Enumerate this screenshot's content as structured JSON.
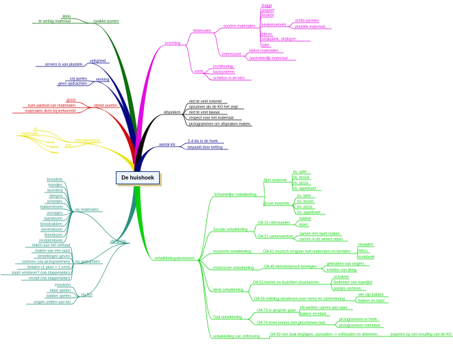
{
  "colors": {
    "magenta": "#e000e0",
    "green": "#00d000",
    "teal": "#1d8a78",
    "darkgreen": "#006600",
    "red": "#d00000",
    "yellow": "#e8e000",
    "navy": "#000080",
    "black": "#000000"
  },
  "center": "De huishoek",
  "nodes": [
    {
      "id": "zwakke",
      "label": "zwakke punten",
      "color": "darkgreen"
    },
    {
      "id": "zw1",
      "label": "klein",
      "color": "darkgreen"
    },
    {
      "id": "zw2",
      "label": "te weinig materiaal",
      "color": "darkgreen"
    },
    {
      "id": "veiligheid",
      "label": "veiligheid",
      "color": "navy"
    },
    {
      "id": "vh1",
      "label": "servies is van plastiek",
      "color": "navy"
    },
    {
      "id": "werking",
      "label": "werking",
      "color": "navy"
    },
    {
      "id": "wk1",
      "label": "vrij spelen",
      "color": "navy"
    },
    {
      "id": "wk2",
      "label": "geen opdrachten",
      "color": "navy"
    },
    {
      "id": "sterke",
      "label": "sterke punten",
      "color": "red"
    },
    {
      "id": "st1",
      "label": "groot",
      "color": "red"
    },
    {
      "id": "st2",
      "label": "ruim aanbod van materialen",
      "color": "red"
    },
    {
      "id": "st3",
      "label": "materialen dicht bij leefwereld",
      "color": "red"
    },
    {
      "id": "betrokkenheid",
      "label": "betrokkenheid",
      "color": "yellow"
    },
    {
      "id": "bt1",
      "label": "m...",
      "color": "yellow"
    },
    {
      "id": "bt2",
      "label": "nee",
      "color": "yellow"
    },
    {
      "id": "bt3",
      "label": "materiaal...",
      "color": "yellow"
    },
    {
      "id": "bt4",
      "label": "...",
      "color": "yellow"
    },
    {
      "id": "bt5",
      "label": "...",
      "color": "yellow"
    },
    {
      "id": "bt6",
      "label": "...",
      "color": "yellow"
    },
    {
      "id": "inrichting",
      "label": "inrichting",
      "color": "magenta"
    },
    {
      "id": "materialen",
      "label": "Materialen",
      "color": "magenta"
    },
    {
      "id": "soorten",
      "label": "soorten materialen",
      "color": "magenta"
    },
    {
      "id": "buggy",
      "label": "buggy",
      "color": "magenta"
    },
    {
      "id": "poppen",
      "label": "poppen",
      "color": "magenta"
    },
    {
      "id": "keuken",
      "label": "keuken",
      "color": "magenta"
    },
    {
      "id": "keukenservies",
      "label": "keukenservies",
      "color": "magenta"
    },
    {
      "id": "echte",
      "label": "echte pannen",
      "color": "magenta"
    },
    {
      "id": "plastiek",
      "label": "plastiek materiaal",
      "color": "magenta"
    },
    {
      "id": "kleren",
      "label": "kleren",
      "color": "magenta"
    },
    {
      "id": "strijk",
      "label": "strijkplank, strijkijzer",
      "color": "magenta"
    },
    {
      "id": "tafel",
      "label": "tafel",
      "color": "magenta"
    },
    {
      "id": "interessant",
      "label": "interessant",
      "color": "magenta"
    },
    {
      "id": "kleine",
      "label": "kleine materialen",
      "color": "magenta"
    },
    {
      "id": "aantrek",
      "label": "aantrekkelijk materiaal",
      "color": "magenta"
    },
    {
      "id": "vorm",
      "label": "vorm",
      "color": "magenta"
    },
    {
      "id": "rechthoekig",
      "label": "rechthoekig",
      "color": "magenta"
    },
    {
      "id": "kastsysteem",
      "label": "kastsysteem",
      "color": "magenta"
    },
    {
      "id": "schieten",
      "label": "schieten in de kies",
      "color": "magenta"
    },
    {
      "id": "afspraken",
      "label": "afspraken",
      "color": "black"
    },
    {
      "id": "af1",
      "label": "niet te veel rommel",
      "color": "black"
    },
    {
      "id": "af2",
      "label": "opruimen als de KO het zegt",
      "color": "black"
    },
    {
      "id": "af3",
      "label": "niet te veel lawaai",
      "color": "black"
    },
    {
      "id": "af4",
      "label": "respect voor het materiaal",
      "color": "black"
    },
    {
      "id": "af5",
      "label": "pictogrammen om afspraken maken",
      "color": "black"
    },
    {
      "id": "aantal",
      "label": "aantal kls",
      "color": "navy"
    },
    {
      "id": "an1",
      "label": "2-4 kls in de hoek",
      "color": "navy"
    },
    {
      "id": "an2",
      "label": "bepaald door ketting",
      "color": "navy"
    },
    {
      "id": "verrijking",
      "label": "verrijking",
      "color": "teal"
    },
    {
      "id": "viaMat",
      "label": "via materialen",
      "color": "teal"
    },
    {
      "id": "vm1",
      "label": "broodrek",
      "color": "teal"
    },
    {
      "id": "vm2",
      "label": "mandjes",
      "color": "teal"
    },
    {
      "id": "vm3",
      "label": "boerderij",
      "color": "teal"
    },
    {
      "id": "vm4",
      "label": "deegrol",
      "color": "teal"
    },
    {
      "id": "vm5",
      "label": "schortjes",
      "color": "teal"
    },
    {
      "id": "vm6",
      "label": "bakkershoed",
      "color": "teal"
    },
    {
      "id": "vm7",
      "label": "vormpjes",
      "color": "teal"
    },
    {
      "id": "vm8",
      "label": "taartdozen",
      "color": "teal"
    },
    {
      "id": "vm9",
      "label": "broodzakken",
      "color": "teal"
    },
    {
      "id": "vm10",
      "label": "eierendozen",
      "color": "teal"
    },
    {
      "id": "vm11",
      "label": "theedozen",
      "color": "teal"
    },
    {
      "id": "vm12",
      "label": "receptenboek",
      "color": "teal"
    },
    {
      "id": "viaOpd",
      "label": "via opdrachten",
      "color": "teal"
    },
    {
      "id": "vo1",
      "label": "linken aan het verhaal",
      "color": "teal"
    },
    {
      "id": "vo2",
      "label": "maken van een taart",
      "color": "teal"
    },
    {
      "id": "vo3",
      "label": "bestellingen geven",
      "color": "teal"
    },
    {
      "id": "vo4",
      "label": "sorteren (via pictogrammen)",
      "color": "teal"
    },
    {
      "id": "vo5",
      "label": "betalen (1 plooi = 1 cent)",
      "color": "teal"
    },
    {
      "id": "vo6",
      "label": "kaart verklaren? (via stappenplan)",
      "color": "teal"
    },
    {
      "id": "vo7",
      "label": "recept (via stappenplan)",
      "color": "teal"
    },
    {
      "id": "viaKo",
      "label": "via KO",
      "color": "teal"
    },
    {
      "id": "vk1",
      "label": "meedoen",
      "color": "teal"
    },
    {
      "id": "vk2",
      "label": "klant spelen",
      "color": "teal"
    },
    {
      "id": "vk3",
      "label": "bakker spelen",
      "color": "teal"
    },
    {
      "id": "vk4",
      "label": "vragen stellen aan kls",
      "color": "teal"
    },
    {
      "id": "ontw",
      "label": "ontwikkelingsdomeinen",
      "color": "green"
    },
    {
      "id": "lich",
      "label": "lichamelijke ontwikkeling",
      "color": "green"
    },
    {
      "id": "fijne",
      "label": "fijne motoriek",
      "color": "green"
    },
    {
      "id": "fm1",
      "label": "bv. tafel",
      "color": "green"
    },
    {
      "id": "fm2",
      "label": "bv. brood",
      "color": "green"
    },
    {
      "id": "fm3",
      "label": "bv. pizza",
      "color": "green"
    },
    {
      "id": "fm4",
      "label": "bv. appeltaart",
      "color": "green"
    },
    {
      "id": "grove",
      "label": "grove motoriek",
      "color": "green"
    },
    {
      "id": "gm1",
      "label": "bv. tafel",
      "color": "green"
    },
    {
      "id": "gm2",
      "label": "bv. brood",
      "color": "green"
    },
    {
      "id": "gm3",
      "label": "bv. pizza",
      "color": "green"
    },
    {
      "id": "gm4",
      "label": "bv. appeltaart",
      "color": "green"
    },
    {
      "id": "sociaal",
      "label": "Sociale ontwikkeling",
      "color": "green"
    },
    {
      "id": "oa15",
      "label": "OA 15 rollenspelen",
      "color": "green"
    },
    {
      "id": "o15a",
      "label": "bakker",
      "color": "green"
    },
    {
      "id": "o15b",
      "label": "klant",
      "color": "green"
    },
    {
      "id": "oa21",
      "label": "OA 21 samenwerken",
      "color": "green"
    },
    {
      "id": "o21a",
      "label": "samen een taart maken",
      "color": "green"
    },
    {
      "id": "o21b",
      "label": "samen in de winkel staan",
      "color": "green"
    },
    {
      "id": "muz",
      "label": "muzische ontwikkeling",
      "color": "green"
    },
    {
      "id": "oa41",
      "label": "OA 41 muzisch omgaan met materialen en beelden",
      "color": "green"
    },
    {
      "id": "m41a",
      "label": "recepten",
      "color": "green"
    },
    {
      "id": "m41b",
      "label": "foto's",
      "color": "green"
    },
    {
      "id": "m41c",
      "label": "kookboek",
      "color": "green"
    },
    {
      "id": "mot",
      "label": "motorische ontwikkeling",
      "color": "green"
    },
    {
      "id": "oa45",
      "label": "OA 45 kleinmotorisch bewegen",
      "color": "green"
    },
    {
      "id": "m45a",
      "label": "gebruiken van vingers",
      "color": "green"
    },
    {
      "id": "m45b",
      "label": "kneden van deeg",
      "color": "green"
    },
    {
      "id": "den",
      "label": "denk ontwikkeling",
      "color": "green"
    },
    {
      "id": "oa51",
      "label": "OA 51 kennis en inzichten structureren",
      "color": "green"
    },
    {
      "id": "d51a",
      "label": "schuiven",
      "color": "green"
    },
    {
      "id": "d51b",
      "label": "bodemen van mandjes",
      "color": "green"
    },
    {
      "id": "d51c",
      "label": "pastjes sorteren",
      "color": "green"
    },
    {
      "id": "oa55",
      "label": "OA 55 indeling verwerven over mens en samenleving",
      "color": "green"
    },
    {
      "id": "d55a",
      "label": "wie zijn bakker",
      "color": "green"
    },
    {
      "id": "d55b",
      "label": "bakker en klant",
      "color": "green"
    },
    {
      "id": "taal",
      "label": "Taal ontwikkeling",
      "color": "green"
    },
    {
      "id": "oa73",
      "label": "OA 73 in gesprek gaan",
      "color": "green"
    },
    {
      "id": "t73a",
      "label": "kls werken samen aan taart",
      "color": "green"
    },
    {
      "id": "t73b",
      "label": "bakker en klant",
      "color": "green"
    },
    {
      "id": "oa74",
      "label": "OA 74 leren kennis met geschreven taal",
      "color": "green"
    },
    {
      "id": "t74a",
      "label": "pictogrammen in hoek",
      "color": "green"
    },
    {
      "id": "t74b",
      "label": "pictogrammen met tekst",
      "color": "green"
    },
    {
      "id": "zelf",
      "label": "ontwikkeling van zelfsturing",
      "color": "green"
    },
    {
      "id": "oa93",
      "label": "OA 93 een taak begrijpen, aanvatten -> volhouden en afwerken",
      "color": "green"
    },
    {
      "id": "z93a",
      "label": "inspelen op een invulling van de KO",
      "color": "green"
    }
  ]
}
